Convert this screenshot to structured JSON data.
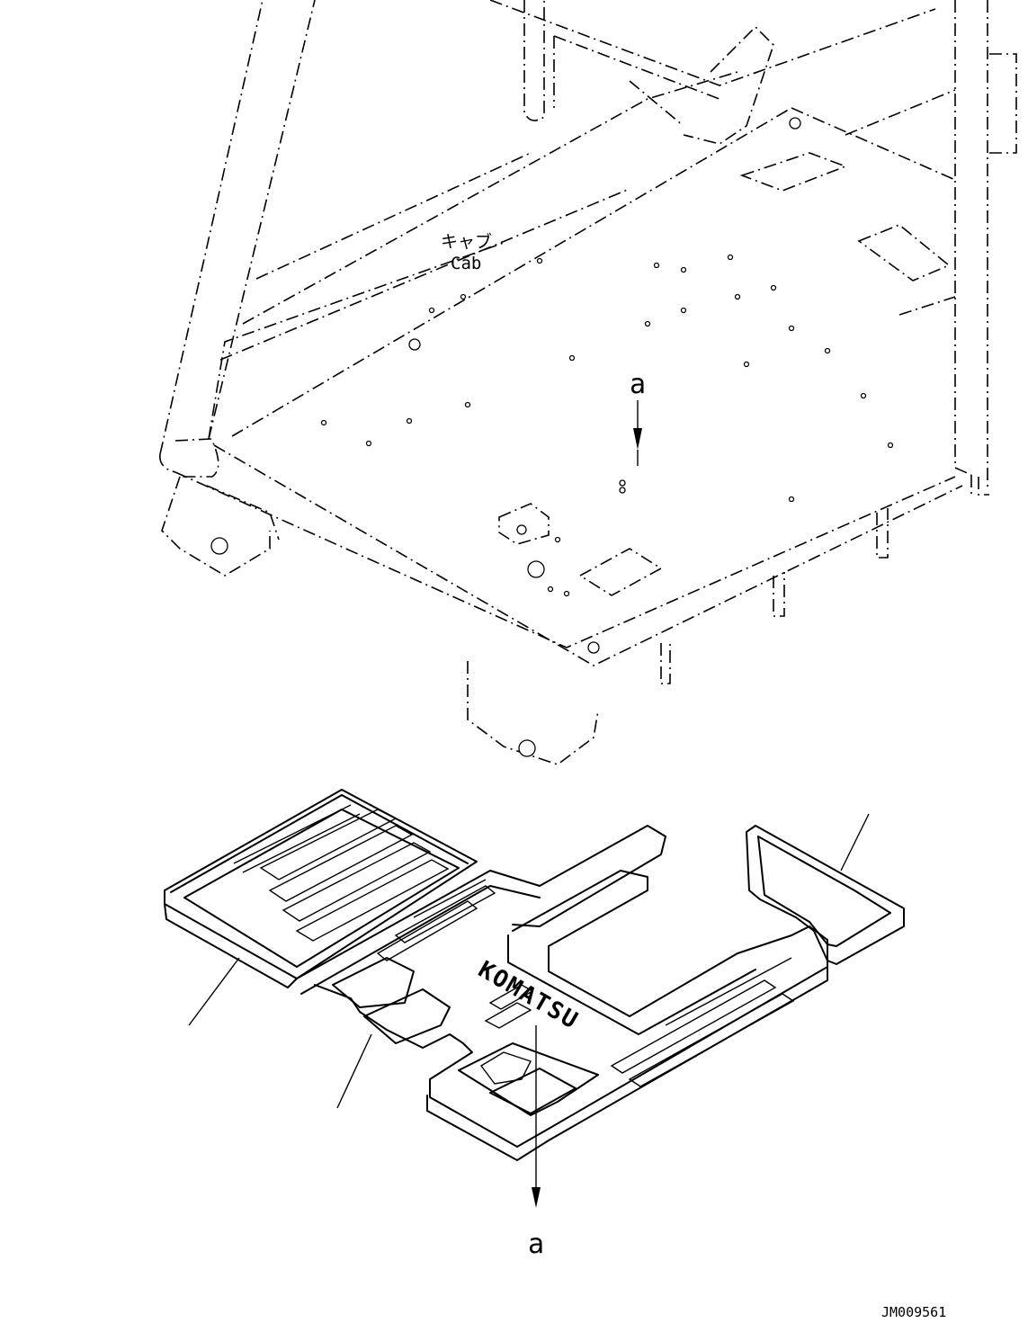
{
  "labels": {
    "cab_jp": "キャブ",
    "cab_en": "Cab",
    "view_marker_top": "a",
    "view_marker_bottom": "a",
    "mat_brand": "KOMATSU",
    "drawing_id": "JM009561"
  }
}
